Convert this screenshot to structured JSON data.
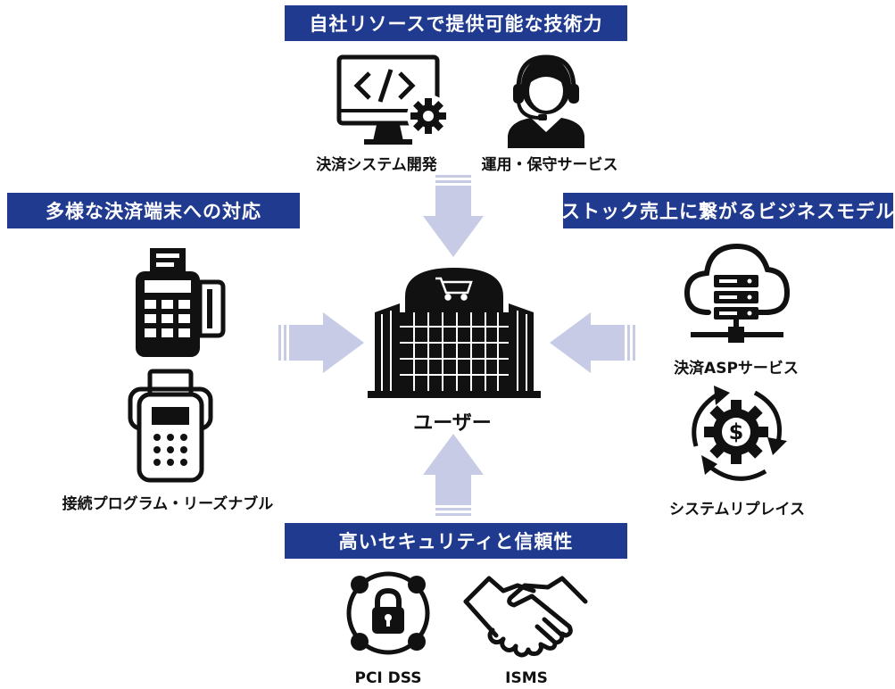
{
  "banners": {
    "top": "自社リソースで提供可能な技術力",
    "left": "多様な決済端末への対応",
    "right": "ストック売上に繋がるビジネスモデル",
    "bottom": "高いセキュリティと信頼性"
  },
  "top_items": {
    "dev": "決済システム開発",
    "ops": "運用・保守サービス"
  },
  "right_items": {
    "asp": "決済ASPサービス",
    "replace": "システムリプレイス"
  },
  "left_items": {
    "program": "接続プログラム・リーズナブル"
  },
  "bottom_items": {
    "pci": "PCI DSS",
    "isms": "ISMS"
  },
  "center": {
    "label": "ユーザー"
  },
  "colors": {
    "banner": "#1f3a8f",
    "arrow": "#c8cbe6",
    "icon": "#111111"
  },
  "icons": [
    "monitor-code-gear-icon",
    "headset-operator-icon",
    "payment-terminal-icon",
    "handheld-terminal-icon",
    "shopping-mall-icon",
    "cloud-server-icon",
    "dollar-gear-cycle-icon",
    "lock-ring-icon",
    "handshake-icon"
  ]
}
